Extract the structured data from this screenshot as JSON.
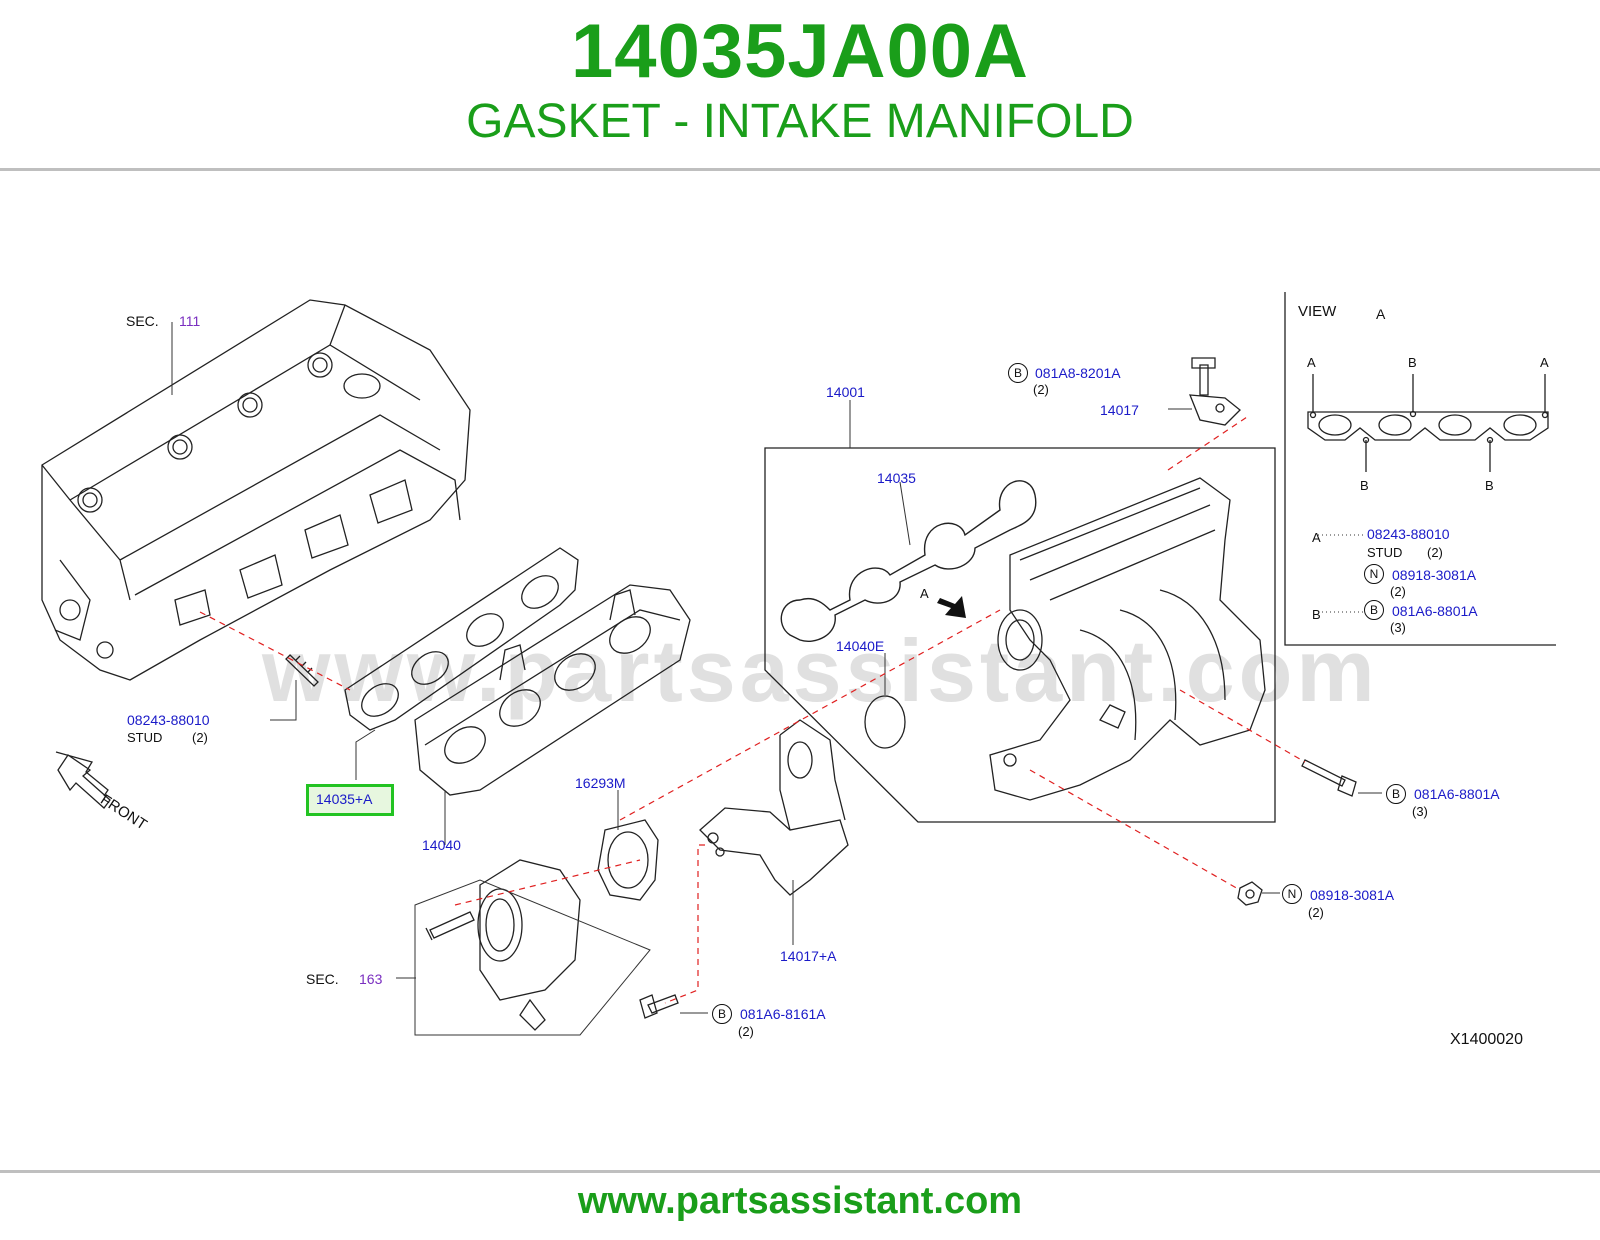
{
  "header": {
    "part_number": "14035JA00A",
    "part_name": "GASKET - INTAKE MANIFOLD"
  },
  "footer": {
    "website": "www.partsassistant.com"
  },
  "watermark": "www.partsassistant.com",
  "diagram_code": "X1400020",
  "front_label": "FRONT",
  "view": {
    "title": "VIEW",
    "letter": "A",
    "marks": {
      "a": "A",
      "b": "B"
    }
  },
  "legend": [
    {
      "key": "A",
      "part": "08243-88010",
      "desc": "STUD",
      "qty": "(2)"
    },
    {
      "key": "",
      "circle": "N",
      "part": "08918-3081A",
      "qty": "(2)"
    },
    {
      "key": "B",
      "circle": "B",
      "part": "081A6-8801A",
      "qty": "(3)"
    }
  ],
  "callouts": {
    "sec111": {
      "prefix": "SEC.",
      "num": "111"
    },
    "sec163": {
      "prefix": "SEC.",
      "num": "163"
    },
    "stud": {
      "part": "08243-88010",
      "desc": "STUD",
      "qty": "(2)"
    },
    "gasket_highlight": "14035+A",
    "p14040": "14040",
    "p16293M": "16293M",
    "p14017A": "14017+A",
    "p14001": "14001",
    "p14035": "14035",
    "p14040E": "14040E",
    "p14017": "14017",
    "arrow_a": "A",
    "bolt_top": {
      "circle": "B",
      "part": "081A8-8201A",
      "qty": "(2)"
    },
    "bolt_right": {
      "circle": "B",
      "part": "081A6-8801A",
      "qty": "(3)"
    },
    "nut_right": {
      "circle": "N",
      "part": "08918-3081A",
      "qty": "(2)"
    },
    "bolt_bottom": {
      "circle": "B",
      "part": "081A6-8161A",
      "qty": "(2)"
    }
  },
  "colors": {
    "brand_green": "#1a9e1a",
    "callout_blue": "#1a1ac8",
    "section_purple": "#7a2fc0",
    "highlight_border": "#22c322",
    "leader_red": "#e02020"
  }
}
